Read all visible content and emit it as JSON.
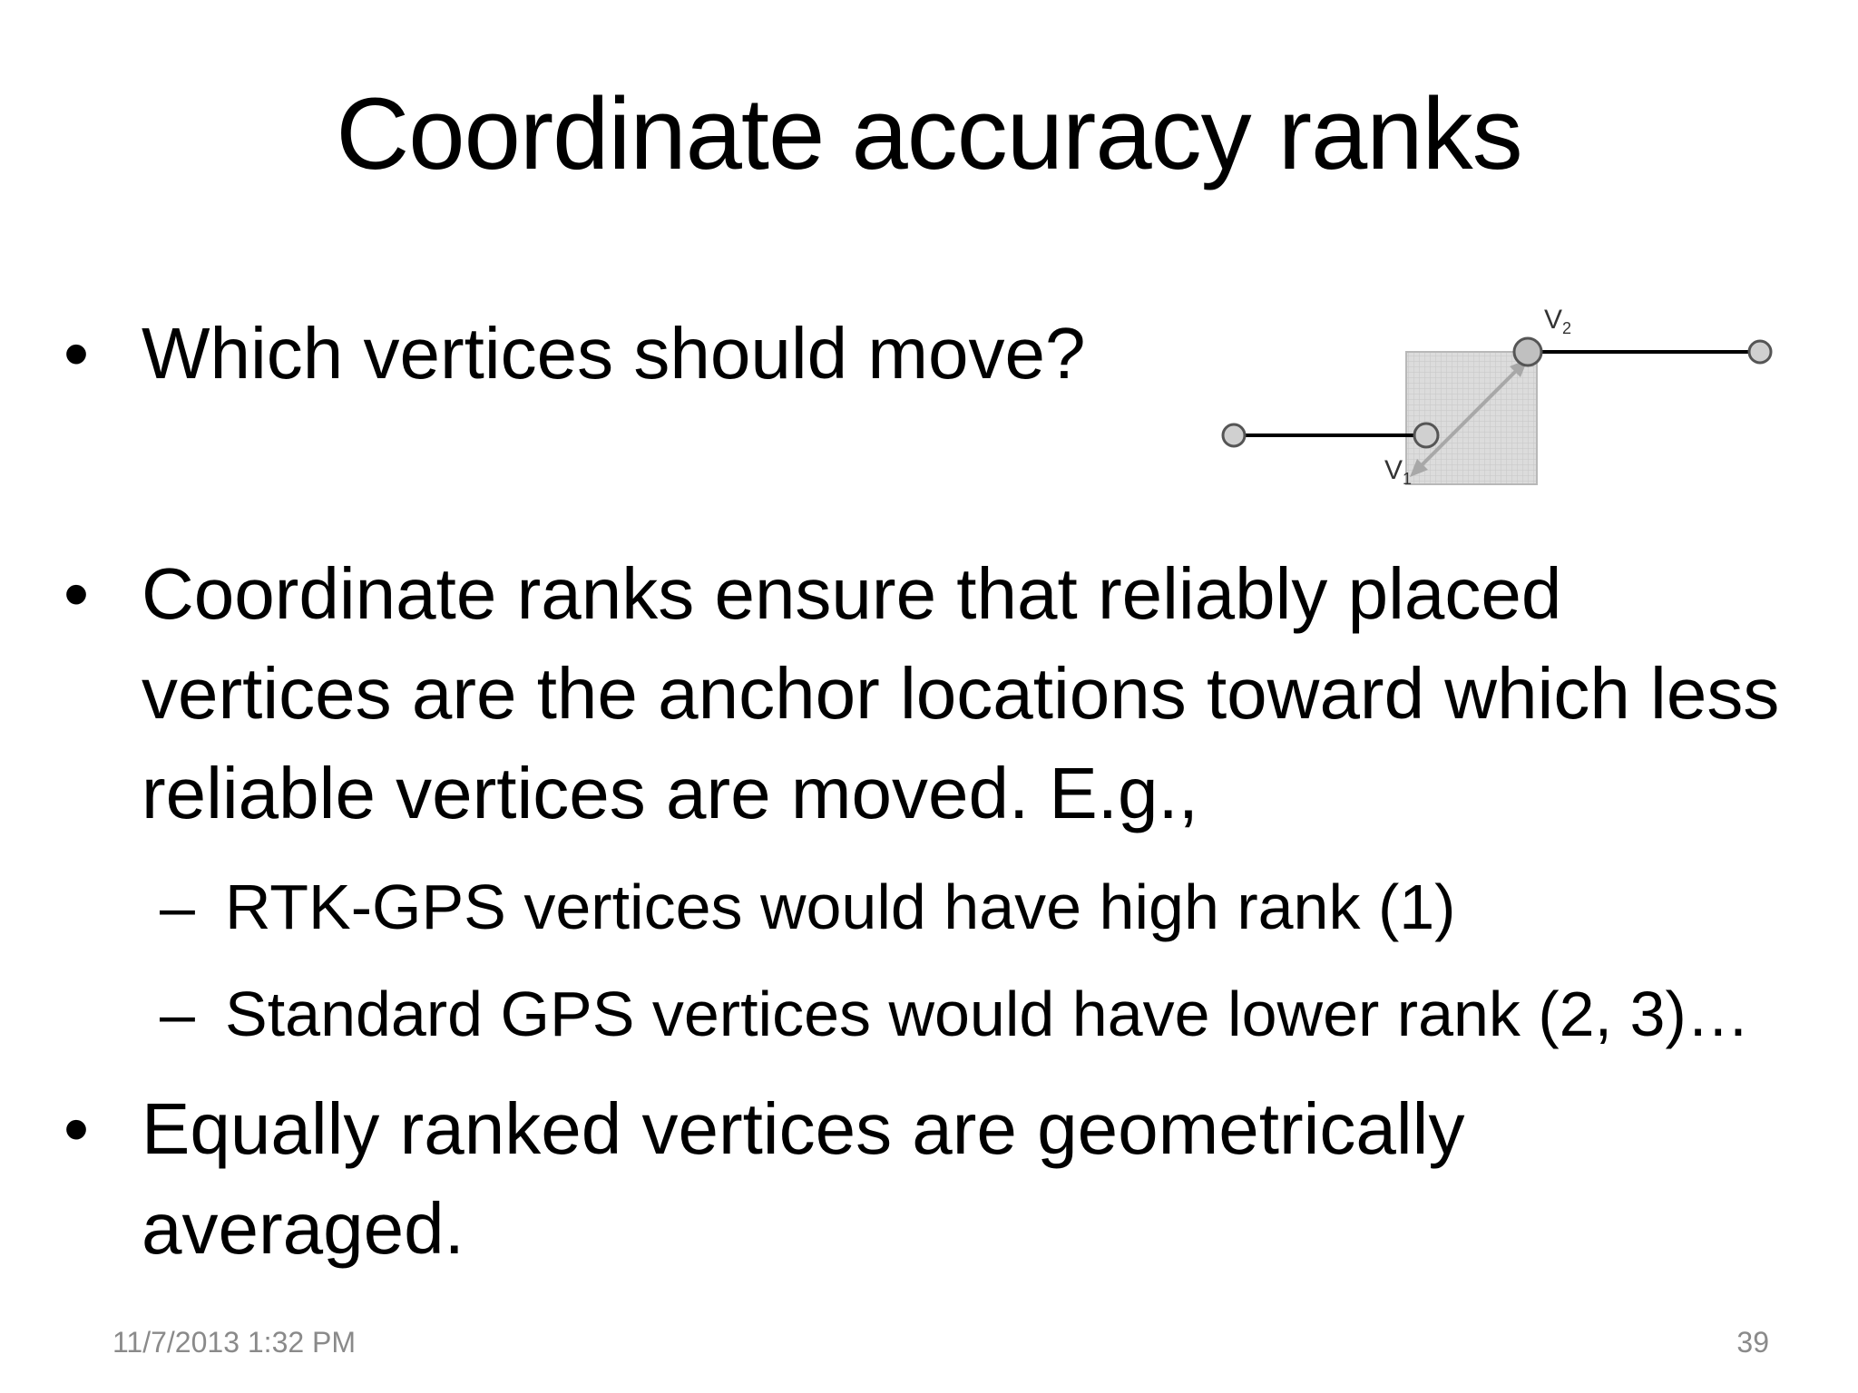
{
  "slide": {
    "title": "Coordinate accuracy ranks",
    "bullets": [
      {
        "marker": "•",
        "text": "Which vertices should move?"
      },
      {
        "marker": "•",
        "text": "Coordinate ranks ensure that reliably placed vertices are the anchor locations toward which less reliable vertices are moved. E.g.,"
      },
      {
        "marker": "•",
        "text": "Equally ranked vertices are geometrically averaged."
      }
    ],
    "sub_bullets": [
      {
        "marker": "–",
        "text": "RTK-GPS vertices would have high rank (1)"
      },
      {
        "marker": "–",
        "text": "Standard GPS vertices would have lower rank (2, 3)…"
      }
    ]
  },
  "diagram": {
    "label_v1": "V",
    "label_v1_sub": "1",
    "label_v2": "V",
    "label_v2_sub": "2",
    "box_color": "#d9d9d9",
    "line_color": "#000000",
    "node_color": "#c8c8c8"
  },
  "footer": {
    "datetime": "11/7/2013 1:32 PM",
    "page_number": "39"
  }
}
